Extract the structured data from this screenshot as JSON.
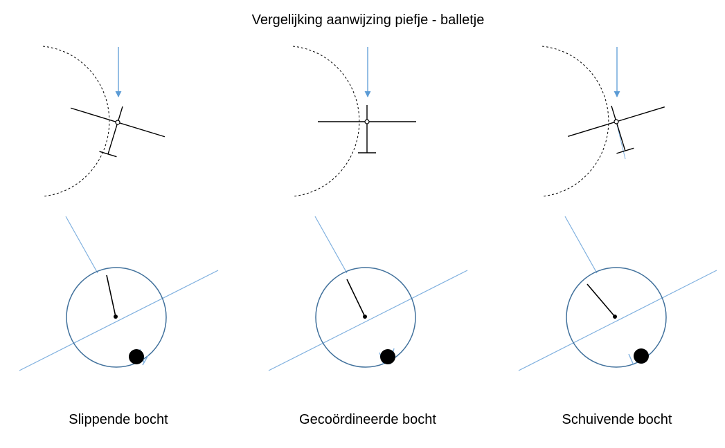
{
  "title": "Vergelijking aanwijzing piefje - balletje",
  "panels": [
    {
      "label": "Slippende bocht",
      "plane_bank_deg": -20,
      "pendulum_deg": 10,
      "ball_side": "inside"
    },
    {
      "label": "Gecoördineerde bocht",
      "plane_bank_deg": 0,
      "pendulum_deg": 27,
      "ball_side": "center"
    },
    {
      "label": "Schuivende bocht",
      "plane_bank_deg": 20,
      "pendulum_deg": 50,
      "ball_side": "outside"
    }
  ],
  "colors": {
    "line": "#000000",
    "arrow": "#5b9bd5",
    "instrument_ring": "#41719c",
    "reference": "#7fb0df",
    "ball": "#000000"
  }
}
